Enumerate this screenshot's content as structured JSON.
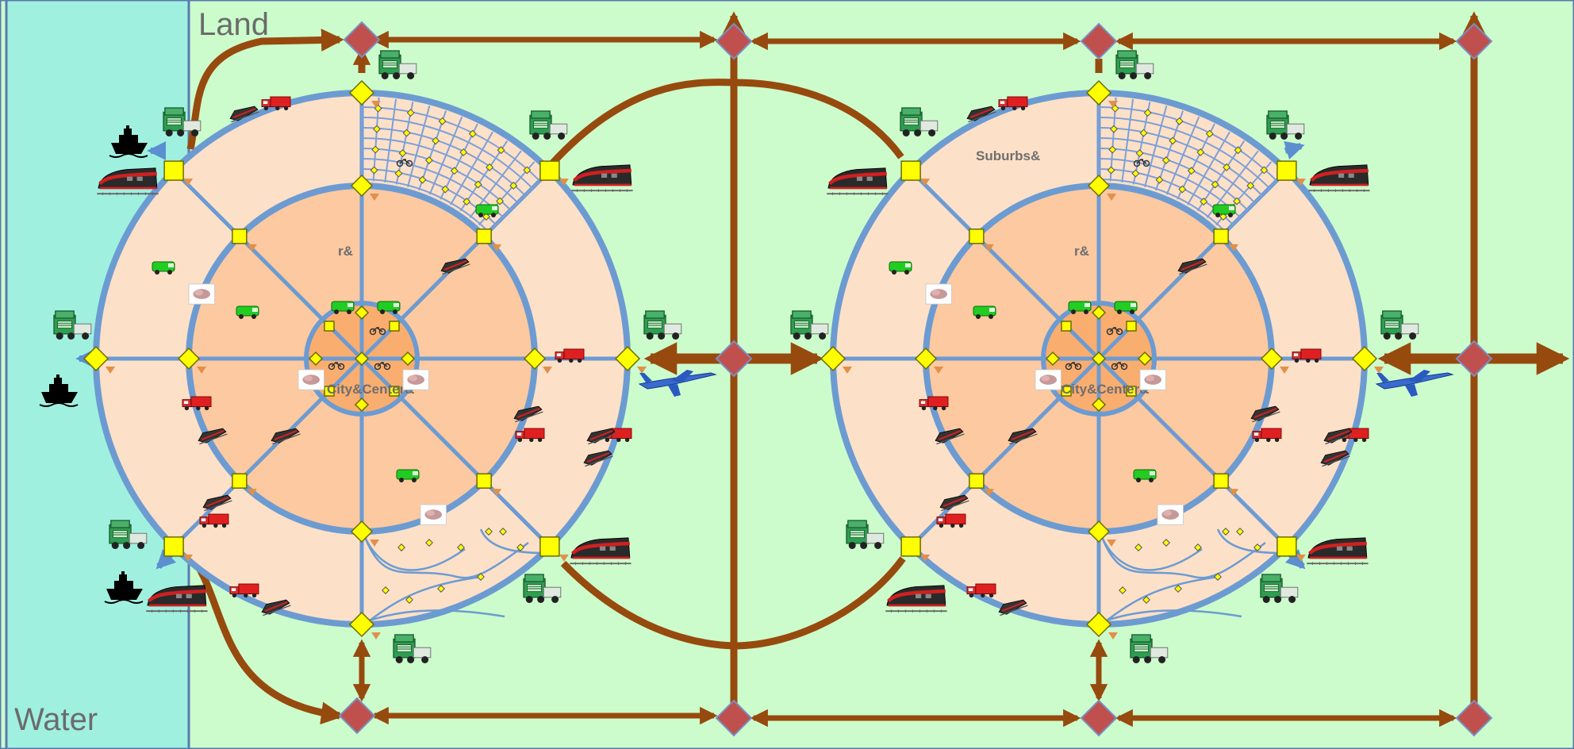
{
  "labels": {
    "water": "Water",
    "land": "Land",
    "suburbs": "Suburbs&",
    "ring": "r&",
    "city_center": "City&Center&"
  },
  "colors": {
    "water": "#a0f0e0",
    "land": "#ccfccc",
    "outer_ring_fill": "#fde0c8",
    "middle_ring_fill": "#fcc9a0",
    "core_fill": "#f9ad6f",
    "road": "#6c9bd2",
    "highway": "#974a0e",
    "node_yellow": "#ffff00",
    "node_red": "#c0504d",
    "pointer_orange": "#e0904a"
  },
  "icons": {
    "truck_green": "green-truck-icon",
    "truck_red": "red-truck-icon",
    "van_green": "green-van-icon",
    "locomotive": "locomotive-icon",
    "freight_train": "freight-train-icon",
    "ship": "ship-icon",
    "airplane": "airplane-icon",
    "bike": "bicycle-icon"
  }
}
